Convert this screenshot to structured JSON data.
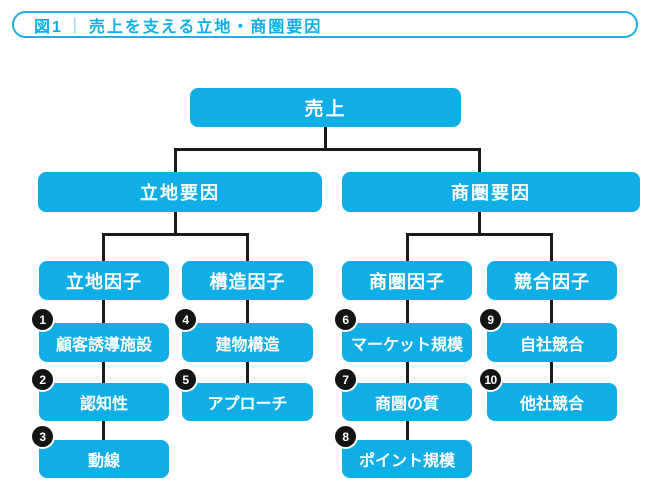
{
  "figure": {
    "label": "図1",
    "separator": "|",
    "title": "売上を支える立地・商圏要因"
  },
  "colors": {
    "primary_blue": "#0FAEE6",
    "connector_black": "#1A1A1A",
    "badge_black": "#141414",
    "node_text": "#FFFFFF"
  },
  "tree": {
    "root": {
      "label": "売上"
    },
    "level2": [
      {
        "label": "立地要因"
      },
      {
        "label": "商圏要因"
      }
    ],
    "level3": [
      {
        "label": "立地因子"
      },
      {
        "label": "構造因子"
      },
      {
        "label": "商圏因子"
      },
      {
        "label": "競合因子"
      }
    ],
    "leaves": [
      {
        "num": "1",
        "label": "顧客誘導施設"
      },
      {
        "num": "2",
        "label": "認知性"
      },
      {
        "num": "3",
        "label": "動線"
      },
      {
        "num": "4",
        "label": "建物構造"
      },
      {
        "num": "5",
        "label": "アプローチ"
      },
      {
        "num": "6",
        "label": "マーケット規模"
      },
      {
        "num": "7",
        "label": "商圏の質"
      },
      {
        "num": "8",
        "label": "ポイント規模"
      },
      {
        "num": "9",
        "label": "自社競合"
      },
      {
        "num": "10",
        "label": "他社競合"
      }
    ]
  }
}
